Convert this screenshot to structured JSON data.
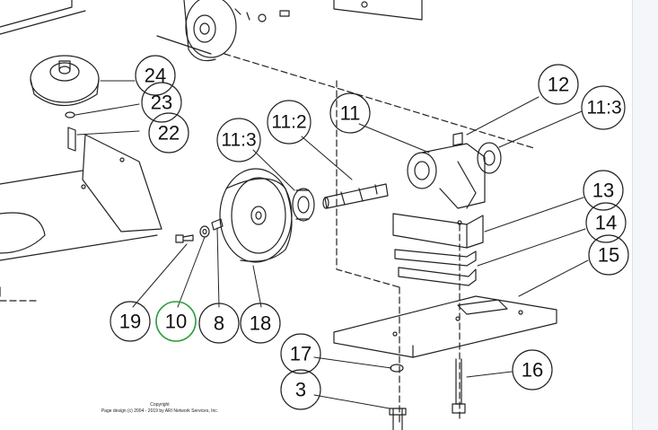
{
  "copyright": {
    "line1": "Copyright",
    "line2": "Page design (c) 2004 - 2019 by ARI Network Services, Inc."
  },
  "callouts": {
    "c24": "24",
    "c23": "23",
    "c22": "22",
    "c11_3_left": "11:3",
    "c11_2": "11:2",
    "c11": "11",
    "c12": "12",
    "c11_3_right": "11:3",
    "c13": "13",
    "c14": "14",
    "c15": "15",
    "c19": "19",
    "c10": "10",
    "c8": "8",
    "c18": "18",
    "c17": "17",
    "c16": "16",
    "c3": "3"
  },
  "colors": {
    "line": "#222222",
    "highlight_circle": "#2e9e3e",
    "panel": "#f4f6fa"
  }
}
